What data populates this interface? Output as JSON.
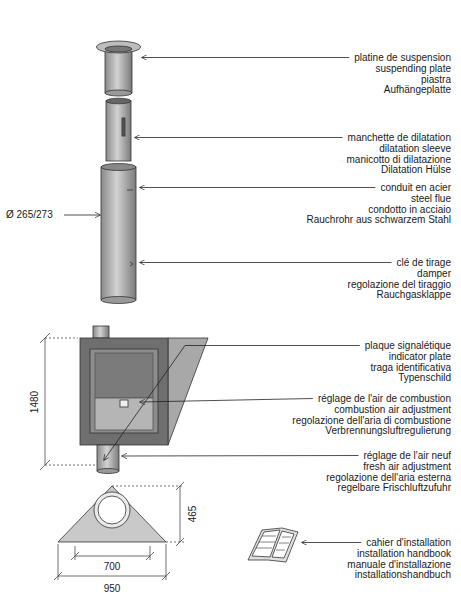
{
  "diagram": {
    "labels": [
      "platine de suspension",
      "suspending plate",
      "piastra",
      "Aufhängeplatte",
      "manchette de dilatation",
      "dilatation sleeve",
      "manicotto di dilatazione",
      "Dilatation Hülse",
      "conduit en acier",
      "steel flue",
      "condotto in acciaio",
      "Rauchrohr aus schwarzem Stahl",
      "clé de tirage",
      "damper",
      "regolazione del tiraggio",
      "Rauchgasklappe",
      "plaque signalétique",
      "indicator plate",
      "traga identificativa",
      "Typenschild",
      "réglage de l'air de combustion",
      "combustion air adjustment",
      "regolazione dell'aria di combustione",
      "Verbrennungsluftregulierung",
      "réglage de l'air neuf",
      "fresh air adjustment",
      "regolazione dell'aria esterna",
      "regelbare Frischluftzufuhr",
      "cahier d'installation",
      "installation handbook",
      "manuale d'installazione",
      "installationshandbuch",
      "Ø 265/273",
      "1480",
      "465",
      "700",
      "950"
    ]
  }
}
